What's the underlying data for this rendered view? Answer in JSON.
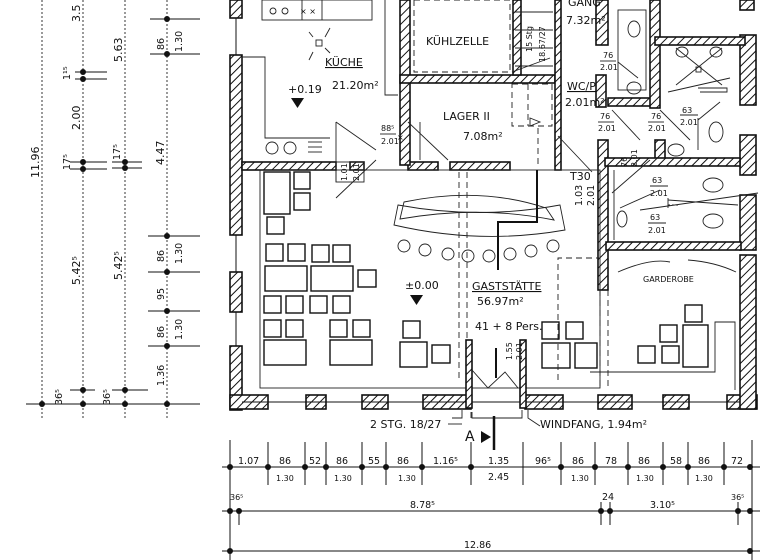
{
  "drawing": {
    "type": "architectural floor plan",
    "rooms": {
      "kueche": {
        "name": "KÜCHE",
        "area": "21.20m²",
        "level": "+0.19"
      },
      "kuehlzelle": {
        "name": "KÜHLZELLE"
      },
      "lager": {
        "name": "LAGER II",
        "area": "7.08m²"
      },
      "gang": {
        "name": "GANG",
        "area": "7.32m²"
      },
      "wc_p": {
        "name": "WC/P",
        "area": "2.01m²"
      },
      "gaststaette": {
        "name": "GASTSTÄTTE",
        "area": "56.97m²",
        "level": "±0.00",
        "capacity": "41 + 8 Pers."
      },
      "garderobe": {
        "name": "GARDEROBE"
      },
      "windfang": {
        "label": "WINDFANG, 1.94m²"
      }
    },
    "stairs": {
      "inner": "15 Stg",
      "inner_ratio": "18.67/27",
      "entry": "2 STG. 18/27"
    },
    "section_marker": "A",
    "doors": {
      "kitchen_lager": {
        "w": "88⁵",
        "h": "2.01"
      },
      "kitchen_gast": {
        "w": "1.01",
        "h": "2.01"
      },
      "t30_label": "T30",
      "t30": {
        "w": "1.03",
        "h": "2.01"
      },
      "entry": {
        "w": "1.55",
        "h": "2.01"
      },
      "wc1": {
        "w": "76",
        "h": "2.01"
      },
      "wc2": {
        "w": "76",
        "h": "2.01"
      },
      "wc3": {
        "w": "76",
        "h": "2.01"
      },
      "wc_vert": {
        "w": "76",
        "h": "2.01"
      },
      "stall1": {
        "w": "63",
        "h": "2.01"
      },
      "stall2": {
        "w": "63",
        "h": "2.01"
      },
      "stall3": {
        "w": "63",
        "h": "2.01"
      }
    },
    "dims_left": {
      "total": "11.96",
      "col1": [
        "3.5",
        "1¹⁵",
        "2.00",
        "17⁵",
        "5.42⁵",
        "36⁵"
      ],
      "col2": [
        "5.63",
        "17⁵",
        "4.47",
        "5.42⁵",
        "36⁵"
      ],
      "col3": [
        "86",
        "1.30",
        "86",
        "1.30",
        "95",
        "86",
        "1.30",
        "1.36"
      ]
    },
    "dims_bottom": {
      "row1": [
        "1.07",
        "86",
        "52",
        "86",
        "55",
        "86",
        "1.16⁵",
        "1.35",
        "96⁵",
        "86",
        "78",
        "86",
        "58",
        "86",
        "72"
      ],
      "row1_sub": [
        "1.30",
        "1.30",
        "1.30",
        "2.45",
        "1.30",
        "1.30",
        "1.30"
      ],
      "row2": [
        "36⁵",
        "8.78⁵",
        "24",
        "3.10⁵",
        "36⁵"
      ],
      "total": "12.86"
    }
  }
}
